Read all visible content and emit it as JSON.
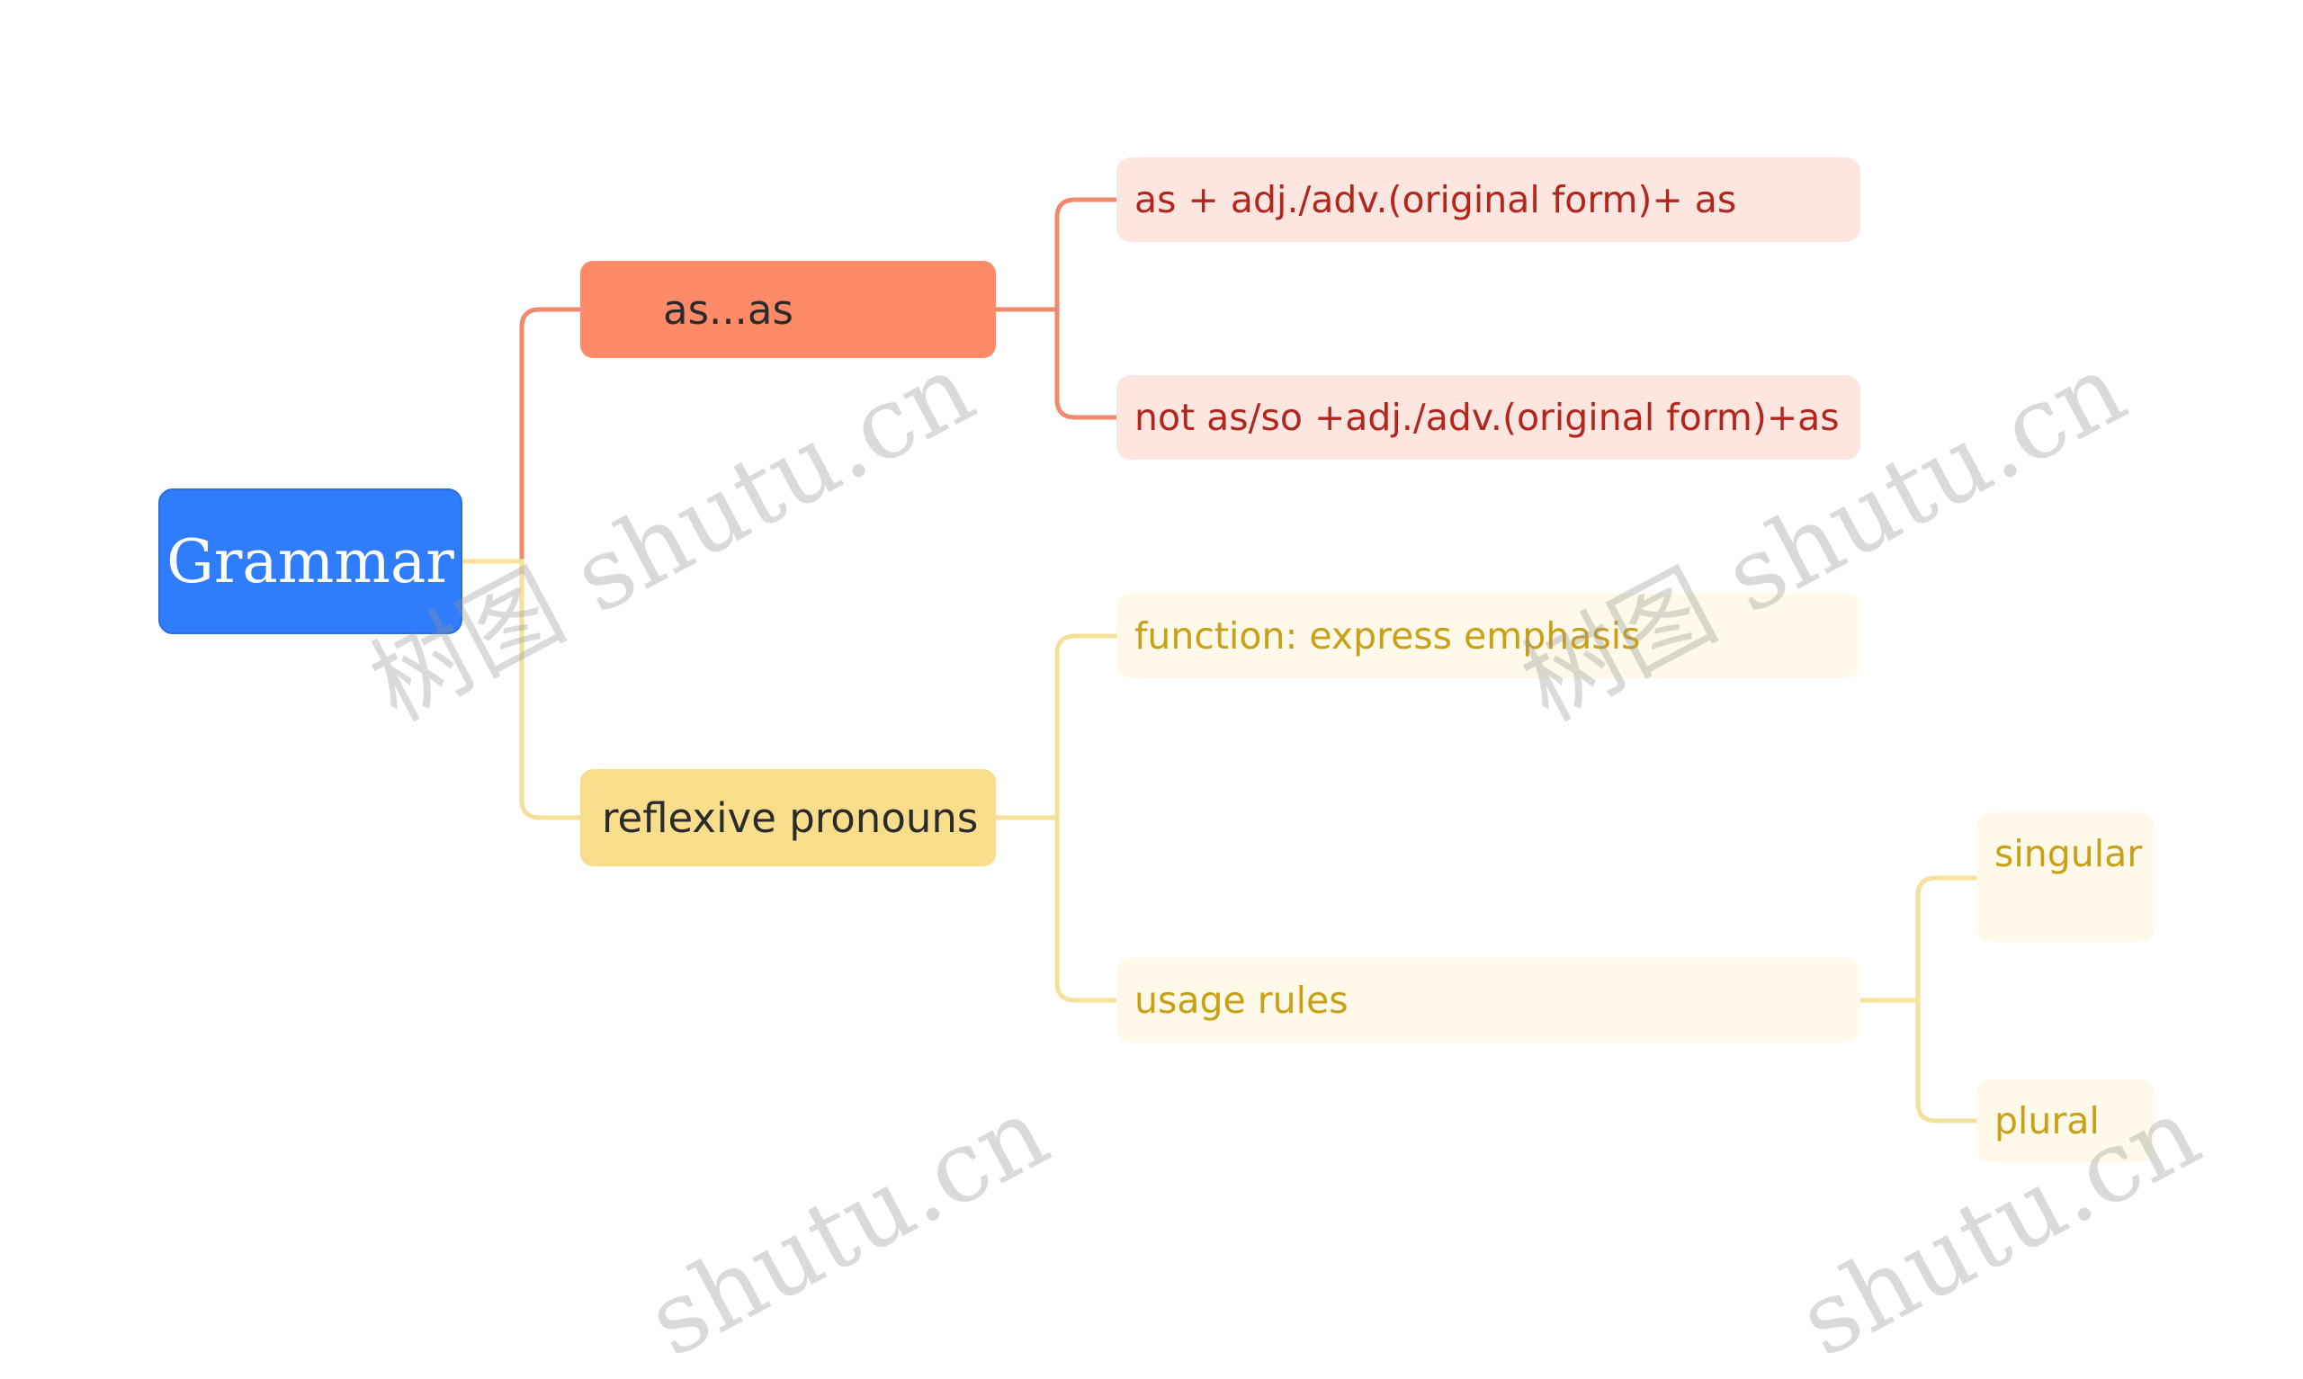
{
  "colors": {
    "root_fill": "#2f7dfc",
    "root_text": "#ffffff",
    "branch_asas": "#ff8a68",
    "branch_asas_line": "#f08a6c",
    "leaf_asas_fill": "#fde5e0",
    "leaf_asas_text": "#b3261e",
    "branch_refl": "#f8de8b",
    "branch_refl_line": "#f5e09a",
    "leaf_refl_fill": "#fef9e8",
    "leaf_refl_text": "#c9a016"
  },
  "mindmap": {
    "root": {
      "label": "Grammar"
    },
    "branches": [
      {
        "label": "as...as",
        "children": [
          {
            "label": "as + adj./adv.(original form)+ as"
          },
          {
            "label": "not as/so +adj./adv.(original form)+as"
          }
        ]
      },
      {
        "label": "reflexive pronouns",
        "children": [
          {
            "label": "function: express emphasis"
          },
          {
            "label": "usage rules",
            "children": [
              {
                "label": "singular"
              },
              {
                "label": "plural"
              }
            ]
          }
        ]
      }
    ]
  },
  "watermarks": [
    "树图 shutu.cn",
    "树图 shutu.cn",
    "shutu.cn",
    "shutu.cn"
  ]
}
